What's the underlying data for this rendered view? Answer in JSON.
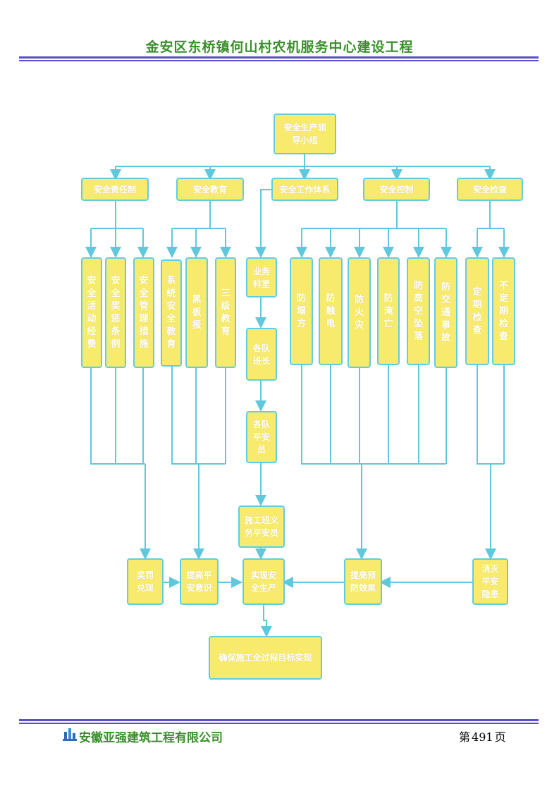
{
  "header": {
    "title": "金安区东桥镇何山村农机服务中心建设工程"
  },
  "footer": {
    "company": "安徽亚强建筑工程有限公司",
    "page_prefix": "第",
    "page_number": "491",
    "page_suffix": "页"
  },
  "colors": {
    "box_fill": "#f7ea6c",
    "box_border": "#62cde0",
    "connector": "#5fc8dc",
    "title_green": "#3a8f2c",
    "rule_blue": "#5a4fc9"
  },
  "diagram": {
    "root": "安全生产领导小组",
    "categories": {
      "responsibility": "安全责任制",
      "education": "安全教育",
      "work_system": "安全工作体系",
      "control": "安全控制",
      "inspection": "安全检查"
    },
    "responsibility_items": [
      "安全活动经费",
      "安全奖惩条例",
      "安全管理措施"
    ],
    "education_items": [
      "系统安全教育",
      "黑板报",
      "三级教育"
    ],
    "work_system_chain": [
      "业务科室",
      "各队班长",
      "各队平安员",
      "施工班义务平安员"
    ],
    "control_items": [
      "防塌方",
      "防触电",
      "防火灾",
      "防淹亡",
      "防高空坠落",
      "防交通事故"
    ],
    "inspection_items": [
      "定期检查",
      "不定期检查"
    ],
    "outcomes": {
      "reward": "奖罚兑现",
      "awareness": "提高平安意识",
      "safe_production": "实现安全生产",
      "prevention": "提高预防效果",
      "eliminate": "消灭平安隐患"
    },
    "goal": "确保施工全过程目标实现"
  }
}
